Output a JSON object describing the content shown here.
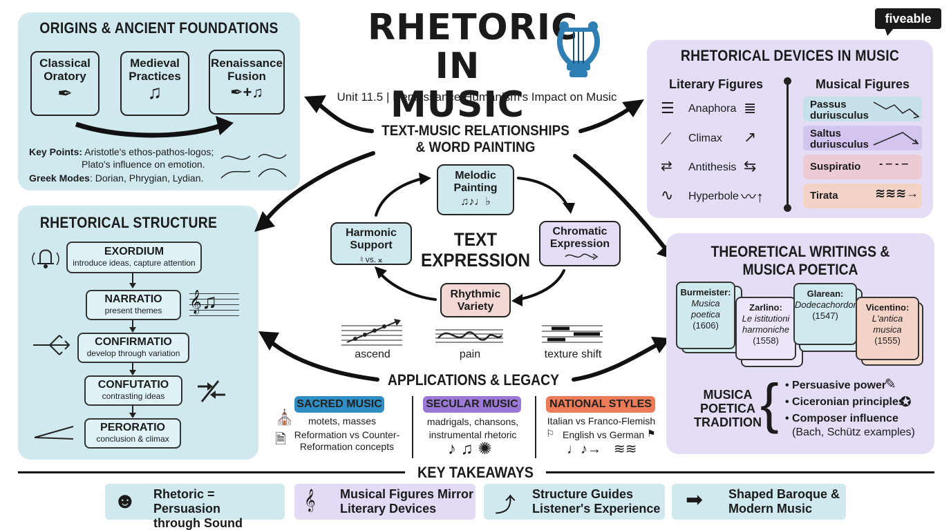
{
  "title": {
    "line1": "RHETORIC",
    "line2": "IN MUSIC",
    "subtitle": "Unit 11.5 | Renaissance Humanism's Impact on Music"
  },
  "brand": {
    "name": "fiveable"
  },
  "origins": {
    "heading": "ORIGINS & ANCIENT FOUNDATIONS",
    "boxes": [
      {
        "line1": "Classical",
        "line2": "Oratory",
        "icon": "quill-icon"
      },
      {
        "line1": "Medieval",
        "line2": "Practices",
        "icon": "music-note-icon"
      },
      {
        "line1": "Renaissance",
        "line2": "Fusion",
        "icon": "quill-plus-note-icon"
      }
    ],
    "key_points_label": "Key Points:",
    "key_points_text": "Aristotle's ethos-pathos-logos;",
    "key_points_text2": "Plato's influence on emotion.",
    "greek_modes_label": "Greek Modes",
    "greek_modes_text": ": Dorian, Phrygian, Lydian."
  },
  "structure": {
    "heading": "RHETORICAL STRUCTURE",
    "steps": [
      {
        "name": "EXORDIUM",
        "desc": "introduce ideas, capture attention"
      },
      {
        "name": "NARRATIO",
        "desc": "present themes"
      },
      {
        "name": "CONFIRMATIO",
        "desc": "develop through variation"
      },
      {
        "name": "CONFUTATIO",
        "desc": "contrasting ideas"
      },
      {
        "name": "PERORATIO",
        "desc": "conclusion & climax"
      }
    ]
  },
  "center": {
    "heading_line1": "TEXT-MUSIC RELATIONSHIPS",
    "heading_line2": "& WORD PAINTING",
    "core_line1": "TEXT",
    "core_line2": "EXPRESSION",
    "nodes": {
      "melodic": {
        "line1": "Melodic",
        "line2": "Painting",
        "glyphs": "♫♪♩♭"
      },
      "chromatic": {
        "line1": "Chromatic",
        "line2": "Expression"
      },
      "rhythmic": {
        "line1": "Rhythmic",
        "line2": "Variety"
      },
      "harmonic": {
        "line1": "Harmonic",
        "line2": "Support",
        "glyphs": "♮ vs. 𝄪"
      }
    },
    "examples": [
      {
        "label": "ascend"
      },
      {
        "label": "pain"
      },
      {
        "label": "texture shift"
      }
    ]
  },
  "applications": {
    "heading": "APPLICATIONS & LEGACY",
    "columns": [
      {
        "tag": "SACRED MUSIC",
        "line1": "motets, masses",
        "line2": "Reformation vs Counter-",
        "line3": "Reformation concepts",
        "color": "#2f8fc4"
      },
      {
        "tag": "SECULAR MUSIC",
        "line1": "madrigals, chansons,",
        "line2": "instrumental rhetoric",
        "color": "#9b78d6"
      },
      {
        "tag": "NATIONAL STYLES",
        "line1": "Italian vs Franco-Flemish",
        "line2": "English vs German",
        "color": "#ec7b58"
      }
    ]
  },
  "devices": {
    "heading": "RHETORICAL DEVICES IN MUSIC",
    "literary_heading": "Literary Figures",
    "musical_heading": "Musical Figures",
    "literary": [
      "Anaphora",
      "Climax",
      "Antithesis",
      "Hyperbole"
    ],
    "musical": [
      {
        "line1": "Passus",
        "line2": "duriusculus",
        "color": "#c7e1ea"
      },
      {
        "line1": "Saltus",
        "line2": "duriusculus",
        "color": "#d3c5ef"
      },
      {
        "line1": "Suspiratio",
        "line2": "",
        "color": "#eccbd5"
      },
      {
        "line1": "Tirata",
        "line2": "",
        "color": "#f3d3c7"
      }
    ]
  },
  "theory": {
    "heading_line1": "THEORETICAL WRITINGS &",
    "heading_line2": "MUSICA POETICA",
    "writings": [
      {
        "author": "Burmeister:",
        "work1": "Musica",
        "work2": "poetica",
        "year": "(1606)"
      },
      {
        "author": "Zarlino:",
        "work1": "Le istitutioni",
        "work2": "harmoniche",
        "year": "(1558)"
      },
      {
        "author": "Glarean:",
        "work1": "Dodecachordon",
        "work2": "",
        "year": "(1547)"
      },
      {
        "author": "Vicentino:",
        "work1": "L'antica",
        "work2": "musica",
        "year": "(1555)"
      }
    ],
    "tradition_line1": "MUSICA",
    "tradition_line2": "POETICA",
    "tradition_line3": "TRADITION",
    "bullets": [
      "• Persuasive power",
      "• Ciceronian principles",
      "• Composer influence"
    ],
    "bullet_note": "(Bach, Schütz examples)"
  },
  "takeaways": {
    "heading": "KEY TAKEAWAYS",
    "items": [
      {
        "line1": "Rhetoric = Persuasion",
        "line2": "through Sound",
        "color": "#cfe9ee"
      },
      {
        "line1": "Musical Figures Mirror",
        "line2": "Literary Devices",
        "color": "#e3daf6"
      },
      {
        "line1": "Structure Guides",
        "line2": "Listener's Experience",
        "color": "#cfe9ee"
      },
      {
        "line1": "Shaped Baroque &",
        "line2": "Modern Music",
        "color": "#cfe9ee"
      }
    ]
  }
}
